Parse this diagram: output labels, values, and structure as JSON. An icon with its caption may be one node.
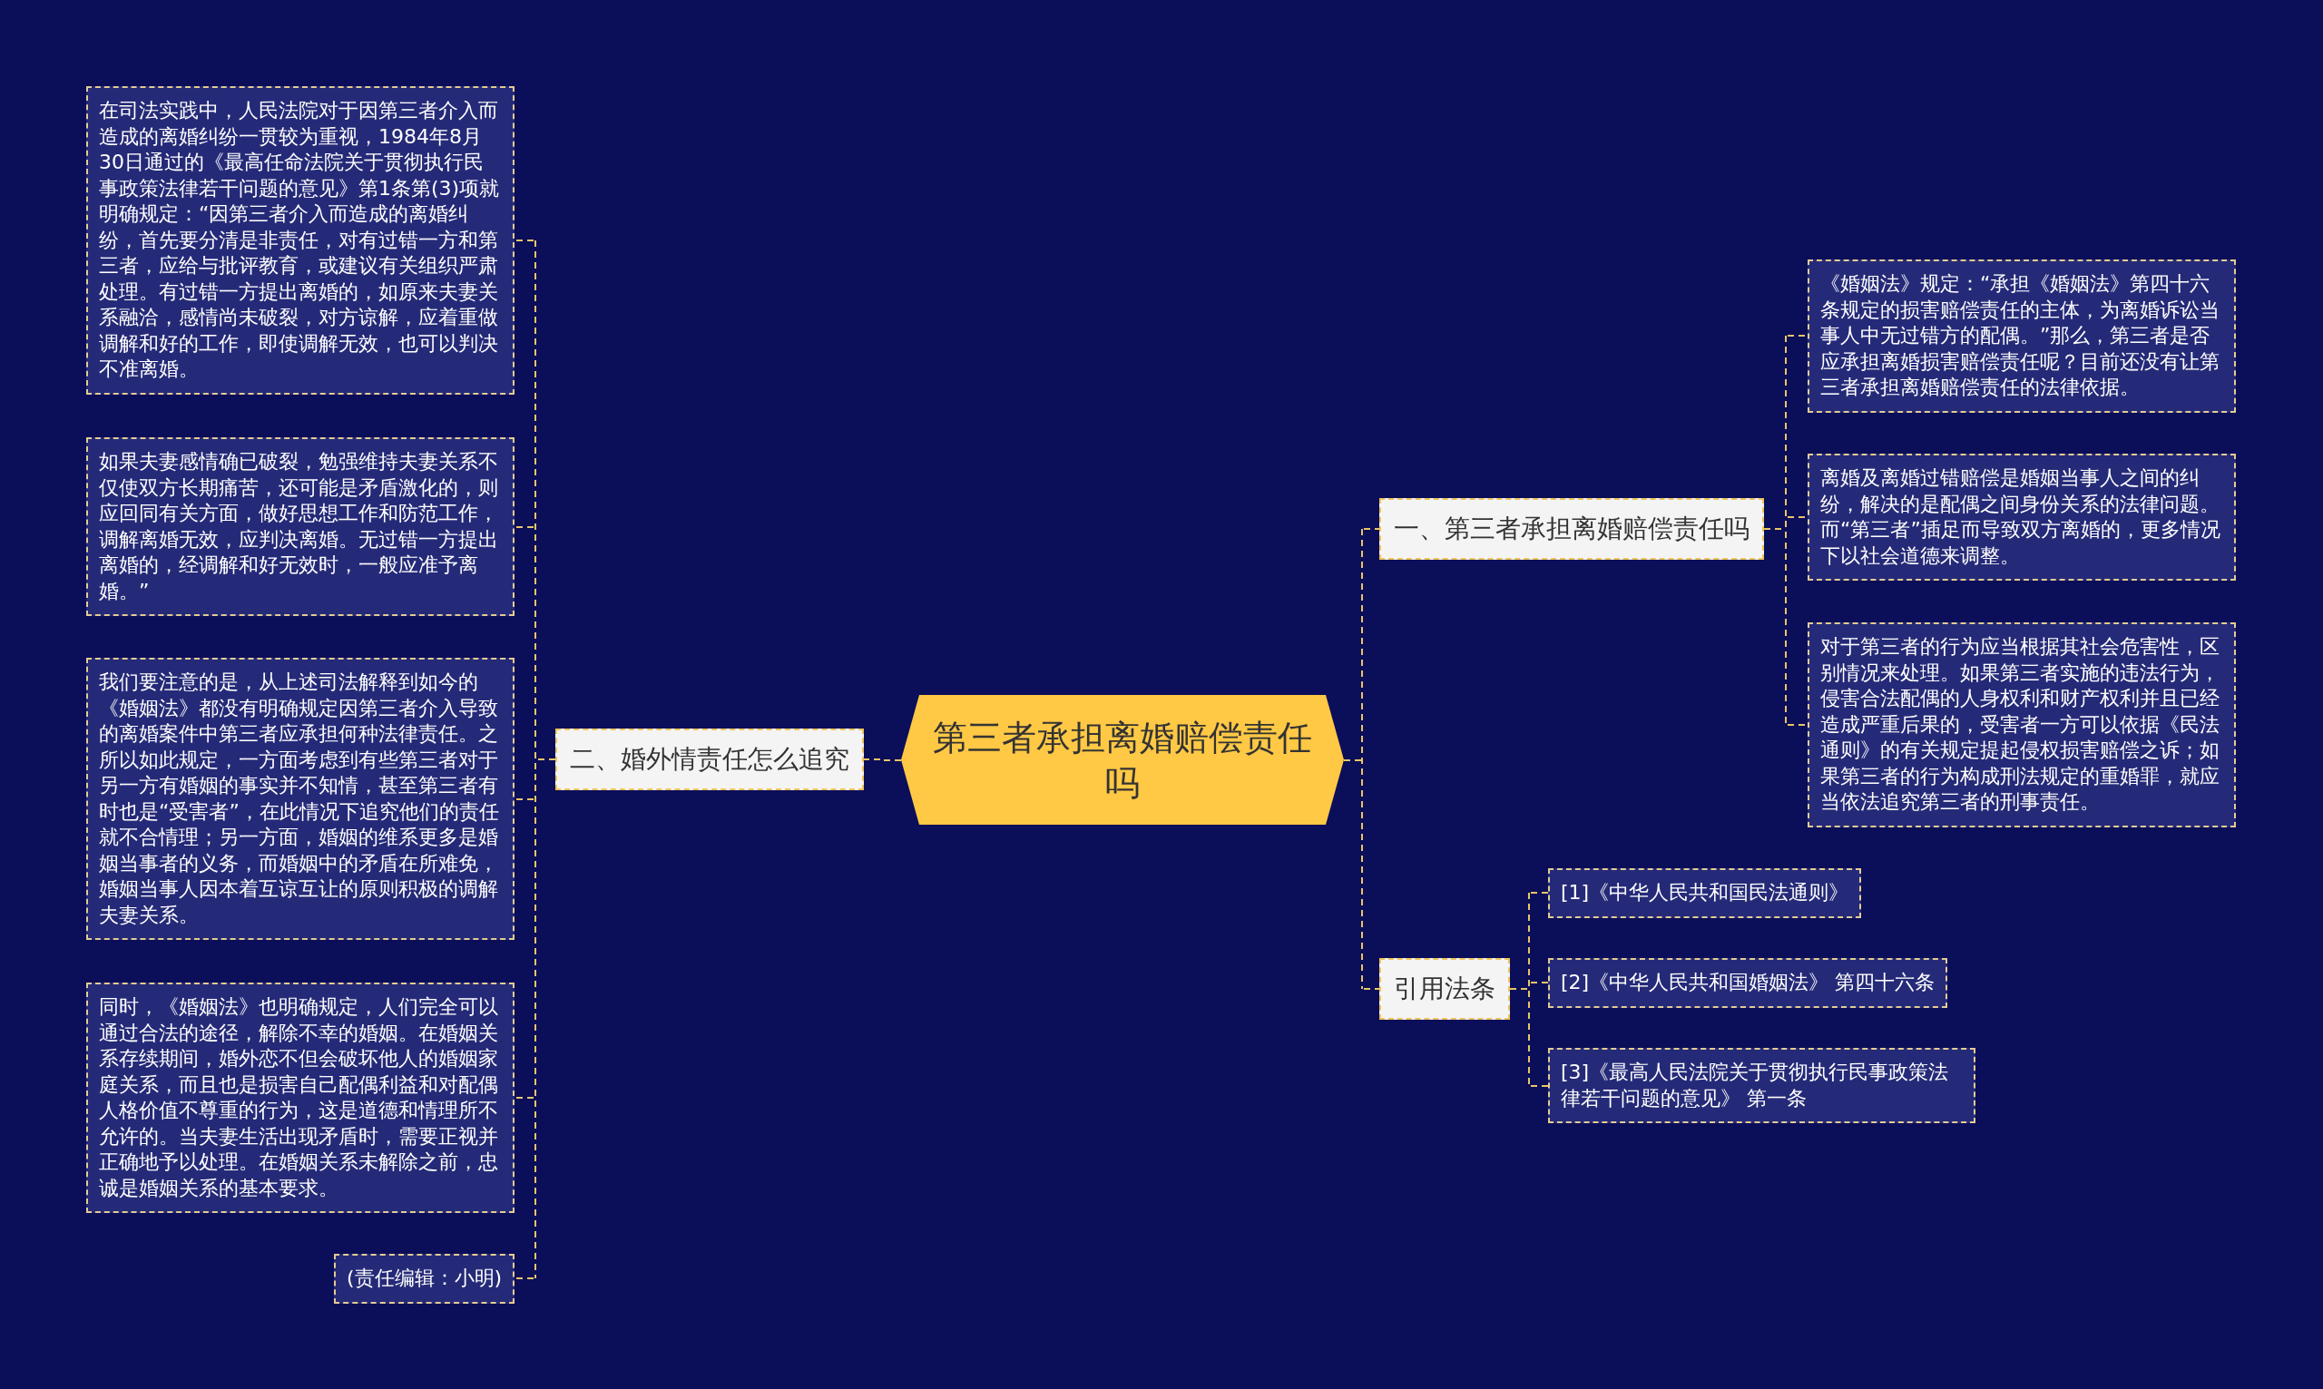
{
  "diagram": {
    "nodes": [
      {
        "text": [
          "第三者承担离婚赔偿责任吗"
        ]
      },
      {
        "text": [
          "一、第三者承担离婚赔偿责任吗"
        ]
      },
      {
        "text": [
          "《婚姻法》规定：“承担《婚姻法》第四十六条规定的损害赔偿责任的主体，为离婚诉讼当事人中无过错方的配偶。”那么，第三者是否应承担离婚损害赔偿责任呢？目前还没有让第三者承担离婚赔偿责任的法律依据。"
        ]
      },
      {
        "text": [
          "离婚及离婚过错赔偿是婚姻当事人之间的纠纷，解决的是配偶之间身份关系的法律问题。而“第三者”插足而导致双方离婚的，更多情况下以社会道德来调整。"
        ]
      },
      {
        "text": [
          "对于第三者的行为应当根据其社会危害性，区别情况来处理。如果第三者实施的违法行为，侵害合法配偶的人身权利和财产权利并且已经造成严重后果的，受害者一方可以依据《民法通则》的有关规定提起侵权损害赔偿之诉；如果第三者的行为构成刑法规定的重婚罪，就应当依法追究第三者的刑事责任。"
        ]
      },
      {
        "text": [
          "引用法条"
        ]
      },
      {
        "text": [
          "[1]《中华人民共和国民法通则》"
        ]
      },
      {
        "text": [
          "[2]《中华人民共和国婚姻法》 第四十六条"
        ]
      },
      {
        "text": [
          "[3]《最高人民法院关于贯彻执行民事政策法律若干问题的意见》 第一条"
        ]
      },
      {
        "text": [
          "二、婚外情责任怎么追究"
        ]
      },
      {
        "text": [
          "在司法实践中，人民法院对于因第三者介入而造成的离婚纠纷一贯较为重视，1984年8月30日通过的《最高任命法院关于贯彻执行民事政策法律若干问题的意见》第1条第(3)项就明确规定：“因第三者介入而造成的离婚纠纷，首先要分清是非责任，对有过错一方和第三者，应给与批评教育，或建议有关组织严肃处理。有过错一方提出离婚的，如原来夫妻关系融洽，感情尚未破裂，对方谅解，应着重做调解和好的工作，即使调解无效，也可以判决不准离婚。"
        ]
      },
      {
        "text": [
          "如果夫妻感情确已破裂，勉强维持夫妻关系不仅使双方长期痛苦，还可能是矛盾激化的，则应回同有关方面，做好思想工作和防范工作，调解离婚无效，应判决离婚。无过错一方提出离婚的，经调解和好无效时，一般应准予离婚。”"
        ]
      },
      {
        "text": [
          "我们要注意的是，从上述司法解释到如今的《婚姻法》都没有明确规定因第三者介入导致的离婚案件中第三者应承担何种法律责任。之所以如此规定，一方面考虑到有些第三者对于另一方有婚姻的事实并不知情，甚至第三者有时也是“受害者”，在此情况下追究他们的责任就不合情理；另一方面，婚姻的维系更多是婚姻当事者的义务，而婚姻中的矛盾在所难免，婚姻当事人因本着互谅互让的原则积极的调解夫妻关系。"
        ]
      },
      {
        "text": [
          "同时，《婚姻法》也明确规定，人们完全可以通过合法的途径，解除不幸的婚姻。在婚姻关系存续期间，婚外恋不但会破坏他人的婚姻家庭关系，而且也是损害自己配偶利益和对配偶人格价值不尊重的行为，这是道德和情理所不允许的。当夫妻生活出现矛盾时，需要正视并正确地予以处理。在婚姻关系未解除之前，忠诚是婚姻关系的基本要求。"
        ]
      },
      {
        "text": [
          "(责任编辑：小明)"
        ]
      }
    ],
    "edges": [
      {
        "from": 0,
        "to": 1,
        "arrow": "none"
      },
      {
        "from": 1,
        "to": 2,
        "arrow": "none"
      },
      {
        "from": 1,
        "to": 3,
        "arrow": "none"
      },
      {
        "from": 1,
        "to": 4,
        "arrow": "none"
      },
      {
        "from": 0,
        "to": 5,
        "arrow": "none"
      },
      {
        "from": 5,
        "to": 6,
        "arrow": "none"
      },
      {
        "from": 5,
        "to": 7,
        "arrow": "none"
      },
      {
        "from": 5,
        "to": 8,
        "arrow": "none"
      },
      {
        "from": 0,
        "to": 9,
        "arrow": "none"
      },
      {
        "from": 9,
        "to": 10,
        "arrow": "none"
      },
      {
        "from": 9,
        "to": 11,
        "arrow": "none"
      },
      {
        "from": 9,
        "to": 12,
        "arrow": "none"
      },
      {
        "from": 9,
        "to": 13,
        "arrow": "none"
      },
      {
        "from": 9,
        "to": 14,
        "arrow": "none"
      }
    ]
  }
}
